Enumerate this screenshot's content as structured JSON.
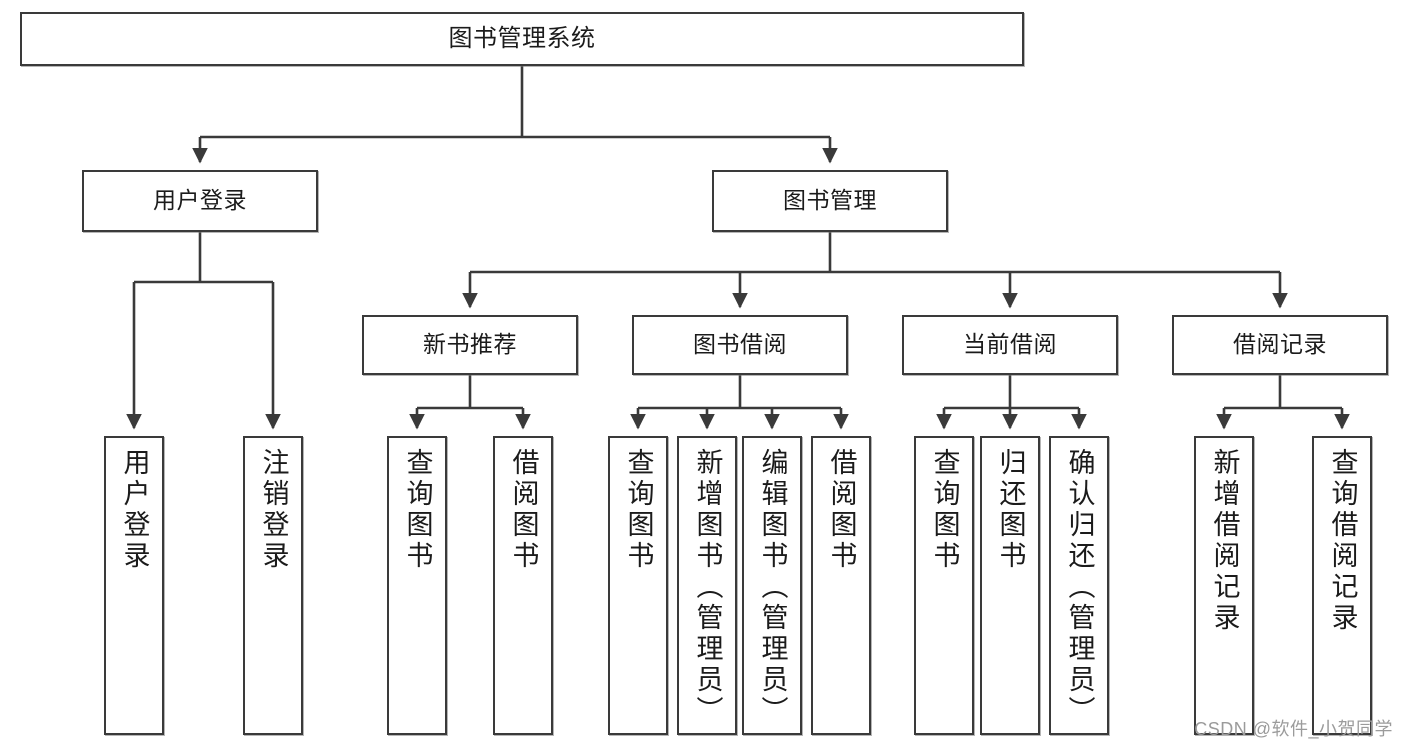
{
  "diagram": {
    "title": "图书管理系统",
    "type": "tree",
    "watermark": "CSDN @软件_小贺同学",
    "line_color": "#3a3a3a",
    "box_fill": "#ffffff",
    "text_color": "#1b1b1b",
    "nodes": {
      "root": {
        "label": "图书管理系统"
      },
      "level2": [
        {
          "id": "user-login",
          "label": "用户登录"
        },
        {
          "id": "book-manage",
          "label": "图书管理"
        }
      ],
      "level3": [
        {
          "id": "new-book-rec",
          "label": "新书推荐"
        },
        {
          "id": "book-borrow",
          "label": "图书借阅"
        },
        {
          "id": "current-borrow",
          "label": "当前借阅"
        },
        {
          "id": "borrow-record",
          "label": "借阅记录"
        }
      ],
      "leaves": {
        "user_login": [
          {
            "id": "leaf-user-login",
            "label": "用户登录"
          },
          {
            "id": "leaf-logout",
            "label": "注销登录"
          }
        ],
        "new_book_rec": [
          {
            "id": "leaf-query-book-1",
            "label": "查询图书"
          },
          {
            "id": "leaf-borrow-book-1",
            "label": "借阅图书"
          }
        ],
        "book_borrow": [
          {
            "id": "leaf-query-book-2",
            "label": "查询图书"
          },
          {
            "id": "leaf-add-book",
            "label": "新增图书（管理员）"
          },
          {
            "id": "leaf-edit-book",
            "label": "编辑图书（管理员）"
          },
          {
            "id": "leaf-borrow-book-2",
            "label": "借阅图书"
          }
        ],
        "current_borrow": [
          {
            "id": "leaf-query-book-3",
            "label": "查询图书"
          },
          {
            "id": "leaf-return-book",
            "label": "归还图书"
          },
          {
            "id": "leaf-confirm-return",
            "label": "确认归还（管理员）"
          }
        ],
        "borrow_record": [
          {
            "id": "leaf-add-record",
            "label": "新增借阅记录"
          },
          {
            "id": "leaf-query-record",
            "label": "查询借阅记录"
          }
        ]
      }
    }
  }
}
